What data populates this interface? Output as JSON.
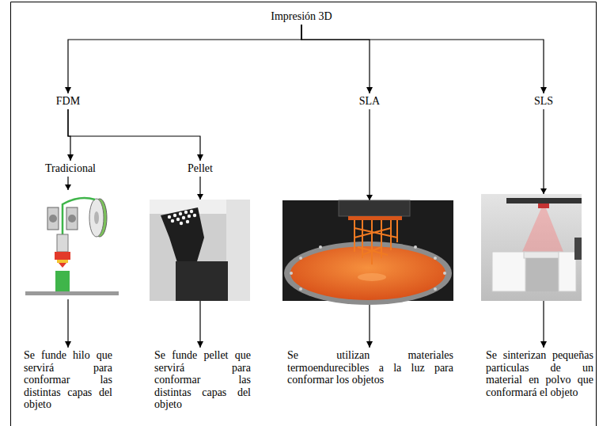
{
  "diagram": {
    "nodes": [
      {
        "text": [
          "Impresión 3D"
        ]
      },
      {
        "text": [
          "FDM"
        ]
      },
      {
        "text": [
          "Tradicional"
        ]
      },
      {
        "text": [
          "Pellet"
        ]
      },
      {
        "text": [
          "SLA"
        ]
      },
      {
        "text": [
          "SLS"
        ]
      },
      {
        "text": [
          "Se funde hilo que servirá para conformar las distintas capas del objeto"
        ]
      },
      {
        "text": [
          "Se funde pellet que servirá para conformar las distintas capas del objeto"
        ]
      },
      {
        "text": [
          "Se utilizan materiales termoendurecibles a la luz para conformar los objetos"
        ]
      },
      {
        "text": [
          "Se sinterizan pequeñas particulas de un material en polvo que conformará el objeto"
        ]
      }
    ],
    "edges": [
      {
        "from": 0,
        "to": 1,
        "arrow": "to"
      },
      {
        "from": 0,
        "to": 4,
        "arrow": "to"
      },
      {
        "from": 0,
        "to": 5,
        "arrow": "to"
      },
      {
        "from": 1,
        "to": 2,
        "arrow": "to"
      },
      {
        "from": 1,
        "to": 3,
        "arrow": "to"
      },
      {
        "from": 2,
        "to": 6,
        "arrow": "to"
      },
      {
        "from": 3,
        "to": 7,
        "arrow": "to"
      },
      {
        "from": 4,
        "to": 8,
        "arrow": "to"
      },
      {
        "from": 5,
        "to": 9,
        "arrow": "to"
      }
    ]
  }
}
